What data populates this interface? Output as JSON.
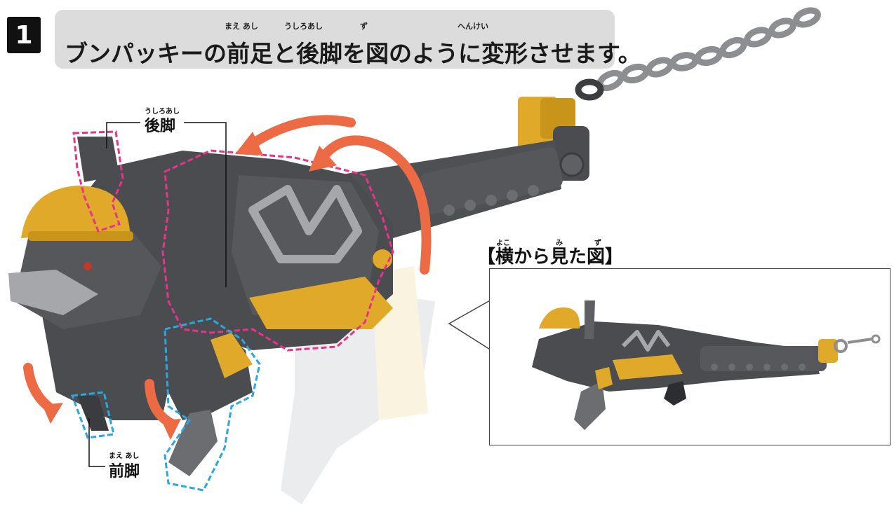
{
  "step": {
    "number": "1"
  },
  "banner": {
    "text": "ブンパッキーの前足と後脚を図のように変形させます。",
    "ruby": [
      {
        "text": "まえ あし"
      },
      {
        "text": "うしろあし"
      },
      {
        "text": "ず"
      },
      {
        "text": "へんけい"
      }
    ]
  },
  "labels": {
    "back_legs": {
      "text": "後脚",
      "ruby": "うしろあし"
    },
    "front_legs": {
      "text": "前脚",
      "ruby": "まえ あし"
    }
  },
  "side_view": {
    "title": "【横から見た図】",
    "ruby": [
      "よこ",
      "み",
      "ず"
    ]
  },
  "colors": {
    "arrow": "#ec6b45",
    "back_leg_outline": "#e8338b",
    "front_leg_outline": "#2aa7df",
    "body": "#4a4c50",
    "accent_yellow": "#e0a92a",
    "silver": "#a5a7aa"
  }
}
